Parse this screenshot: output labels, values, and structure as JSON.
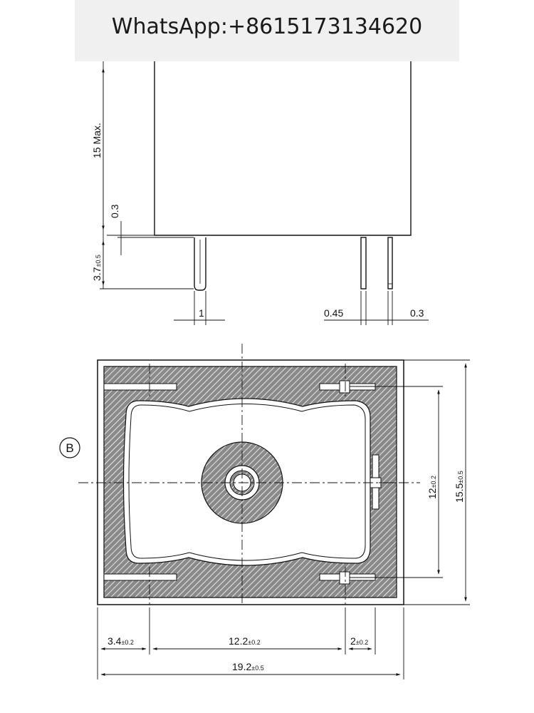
{
  "banner": {
    "text": "WhatsApp:+8615173134620"
  },
  "side_view": {
    "dims": {
      "height_max": "15  Max.",
      "standoff": "0.3",
      "pin_len_main": "3.7",
      "pin_len_tol": "±0.5",
      "pin_width": "1",
      "pin_thick": "0.45",
      "pin_gap": "0.3"
    }
  },
  "bottom_view": {
    "symbol": "B",
    "dims": {
      "pitch_v_main": "12",
      "pitch_v_tol": "±0.2",
      "height_main": "15.5",
      "height_tol": "±0.5",
      "left_main": "3.4",
      "left_tol": "±0.2",
      "mid_main": "12.2",
      "mid_tol": "±0.2",
      "right_main": "2",
      "right_tol": "±0.2",
      "width_main": "19.2",
      "width_tol": "±0.5"
    }
  },
  "colors": {
    "line": "#111111",
    "hatch_bg": "#8a8a8a",
    "banner_bg": "#f0f0f0"
  }
}
